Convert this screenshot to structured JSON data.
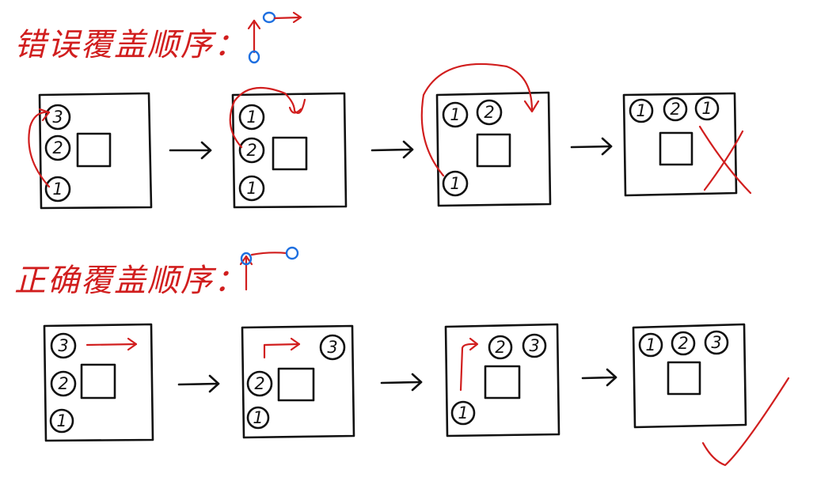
{
  "titles": {
    "wrong": "错误覆盖顺序：",
    "right": "正确覆盖顺序："
  },
  "colors": {
    "ink": "#111111",
    "annotation": "#d11e1e",
    "marker": "#1e6fe0"
  },
  "rows": [
    {
      "id": "wrong",
      "verdict": "cross",
      "panels": [
        {
          "items": [
            "3",
            "2",
            "1"
          ]
        },
        {
          "items": [
            "1",
            "2",
            "1"
          ]
        },
        {
          "items": [
            "1",
            "2",
            "1"
          ]
        },
        {
          "items": [
            "1",
            "2",
            "1"
          ]
        }
      ]
    },
    {
      "id": "right",
      "verdict": "check",
      "panels": [
        {
          "items": [
            "3",
            "2",
            "1"
          ]
        },
        {
          "items": [
            "3",
            "2",
            "1"
          ]
        },
        {
          "items": [
            "2",
            "3",
            "1"
          ]
        },
        {
          "items": [
            "1",
            "2",
            "3"
          ]
        }
      ]
    }
  ],
  "arrow_glyph": "→"
}
